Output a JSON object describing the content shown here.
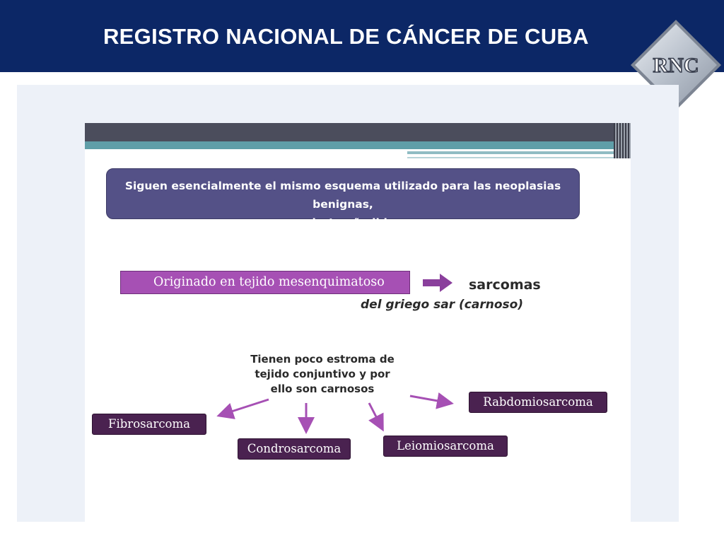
{
  "header": {
    "title": "REGISTRO NACIONAL DE CÁNCER DE CUBA",
    "logo_text": "RNC",
    "background_color": "#0c2766"
  },
  "slide": {
    "intro_line1": "Siguen  esencialmente  el mismo esquema utilizado para las neoplasias benignas,",
    "intro_line2": "con cierto añadidos:",
    "origin_label": "Originado en tejido mesenquimatoso",
    "arrow_icon": "right-arrow-icon",
    "result_term": "sarcomas",
    "etymology": "del griego sar  (carnoso)",
    "stroma_note_line1": "Tienen poco estroma de",
    "stroma_note_line2": "tejido conjuntivo y por",
    "stroma_note_line3": "ello son carnosos",
    "sarcoma_types": {
      "fibro": "Fibrosarcoma",
      "condro": "Condrosarcoma",
      "leio": "Leiomiosarcoma",
      "rabdo": "Rabdomiosarcoma"
    },
    "colors": {
      "intro_box": "#545187",
      "origin_box": "#a650b4",
      "type_box": "#4a2250",
      "arrow": "#8a3f9c"
    }
  }
}
